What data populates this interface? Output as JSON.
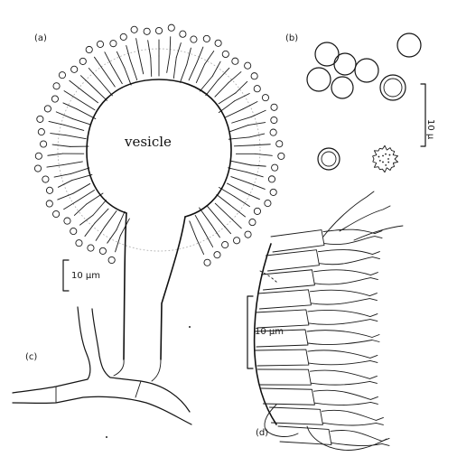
{
  "panels": {
    "a": {
      "label": "(a)",
      "vesicle_label": "vesicle"
    },
    "b": {
      "label": "(b)",
      "scale_label": "10 µ"
    },
    "c": {
      "label": "(c)",
      "scale_label": "10 µm"
    },
    "d": {
      "label": "(d)",
      "scale_label": "10 µm"
    }
  }
}
